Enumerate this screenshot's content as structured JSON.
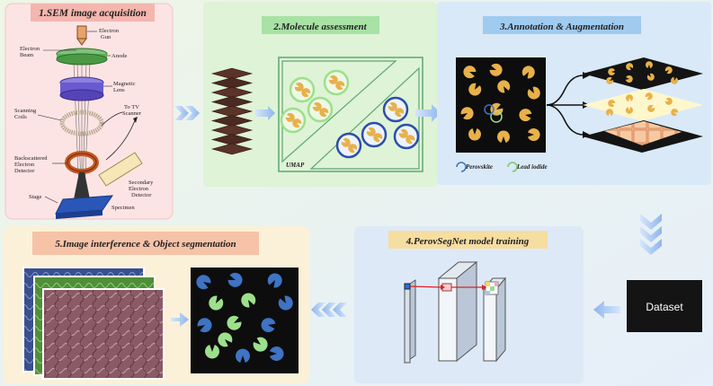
{
  "steps": {
    "s1": "1.SEM image acquisition",
    "s2": "2.Molecule assessment",
    "s3": "3.Annotation & Augmentation",
    "s4": "4.PerovSegNet model training",
    "s5": "5.Image interference & Object segmentation"
  },
  "sem_labels": {
    "electron_gun": "Electron Gun",
    "electron_beam": "Electron Beam",
    "anode": "Anode",
    "magnetic_lens": "Magnetic Lens",
    "scanning_coils": "Scanning Coils",
    "to_tv_scanner": "To TV Scanner",
    "backscattered_detector": "Backscattered Electron Detector",
    "secondary_detector": "Secondary Electron Detector",
    "stage": "Stage",
    "specimen": "Specimen"
  },
  "umap_label": "UMAP",
  "legend": {
    "perovskite": "Perovskite",
    "lead_iodide": "Lead iodide"
  },
  "dataset_label": "Dataset",
  "colors": {
    "panel1_bg": "#fde4e4",
    "panel2_bg": "#dff3d6",
    "panel3_bg": "#d9e9f8",
    "panel4_bg": "#dde9f7",
    "panel5_bg": "#fbf1d8",
    "title1_bg": "#f4b6ae",
    "title2_bg": "#a8e2a4",
    "title3_bg": "#9fcbf0",
    "title4_bg": "#f6dda0",
    "title5_bg": "#f6c3a8",
    "perovskite": "#3f73c4",
    "lead_iodide": "#9de08c",
    "crystal_gold": "#e8b14a",
    "arrow_blue": "#a9c8ef"
  }
}
